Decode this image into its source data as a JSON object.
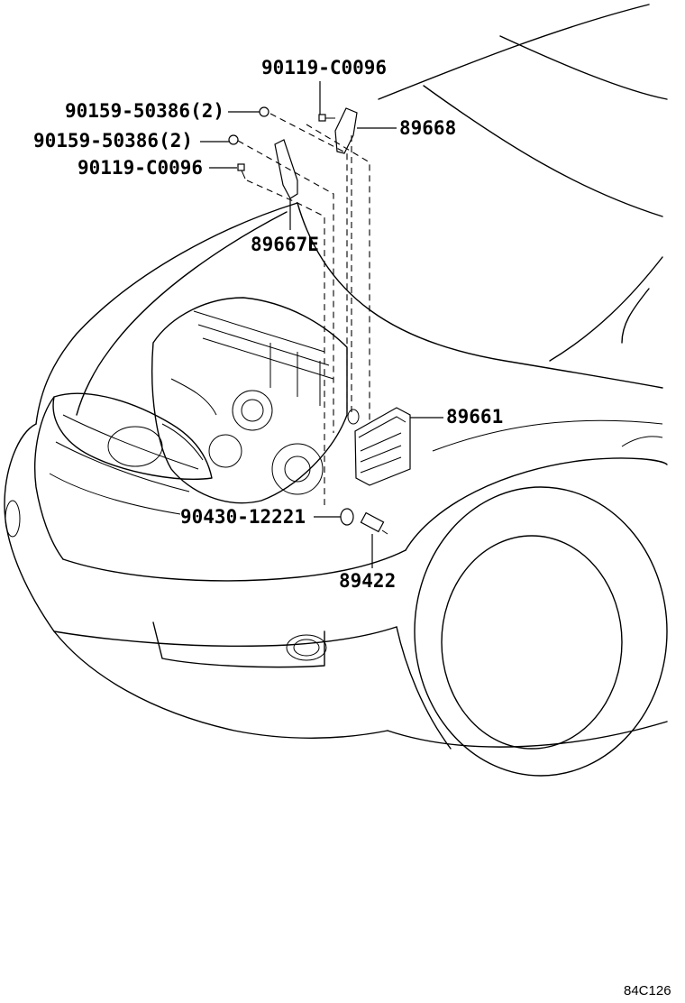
{
  "diagram": {
    "callouts": [
      {
        "id": "c1",
        "text": "90119-C0096"
      },
      {
        "id": "c2",
        "text": "90159-50386(2)"
      },
      {
        "id": "c3",
        "text": "89668"
      },
      {
        "id": "c4",
        "text": "90159-50386(2)"
      },
      {
        "id": "c5",
        "text": "90119-C0096"
      },
      {
        "id": "c6",
        "text": "89667E"
      },
      {
        "id": "c7",
        "text": "89661"
      },
      {
        "id": "c8",
        "text": "90430-12221"
      },
      {
        "id": "c9",
        "text": "89422"
      }
    ],
    "reference_code": "84C126"
  }
}
